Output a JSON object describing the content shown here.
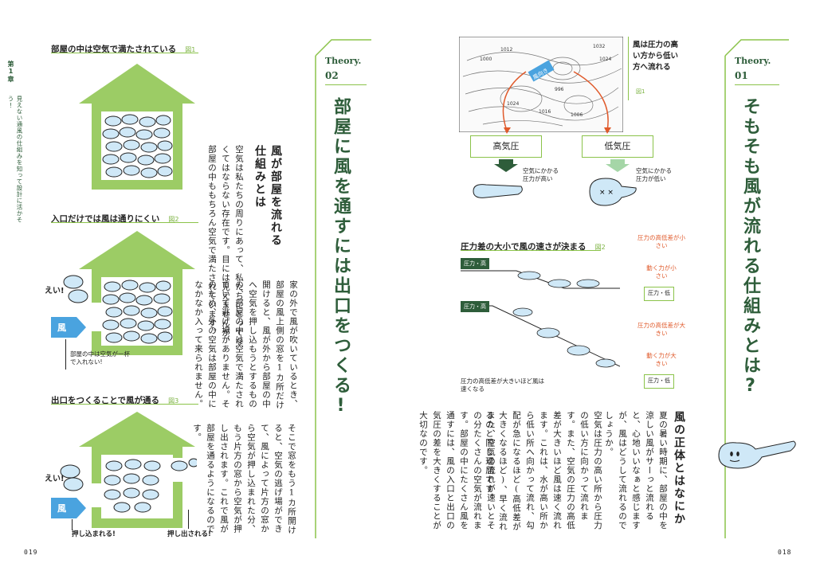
{
  "colors": {
    "accent": "#8bc34a",
    "dark_green": "#2e5d3a",
    "arrow_blue": "#4aa3df",
    "red": "#e05a2b"
  },
  "left_page": {
    "chapter_label": "第1章",
    "chapter_subtitle": "見えない通風の仕組みを知って設計に活かそう!",
    "page_number": "019",
    "figure1": {
      "title": "部屋の中は空気で満たされている",
      "num": "図1"
    },
    "figure2": {
      "title": "入口だけでは風は通りにくい",
      "num": "図2",
      "shout": "えい!",
      "wind": "風",
      "note": "部屋の中は空気が一杯で入れない!"
    },
    "figure3": {
      "title": "出口をつくることで風が通る",
      "num": "図3",
      "shout": "えい!",
      "wind": "風",
      "push_in": "押し込まれる!",
      "push_out": "押し出される!"
    },
    "subhead": "風が部屋を流れる仕組みとは",
    "para1": "空気は私たちの周りにあって、私たちにとってなくてはならない存在です。目には見えませんが、部屋の中ももちろん空気で満たされています。",
    "para2": "家の外で風が吹いているとき、部屋の風上側の窓を1カ所だけ開けると、風が外から部屋の中へ空気を押し込もうとするものの、部屋の中は空気で満たされていて逃げ場がありません。そのため、外の空気は部屋の中になかなか入って来られません。",
    "para3": "そこで窓をもう1カ所開けると、空気の逃げ場ができて、風によって片方の窓から空気が押し込まれた分、もう片方の窓から空気が押し出されます。これで風が部屋を通るようになるのです。",
    "theory": {
      "label": "Theory.",
      "number": "02",
      "title": "部屋に風を通すには出口をつくる!"
    }
  },
  "right_page": {
    "page_number": "018",
    "theory": {
      "label": "Theory.",
      "number": "01",
      "title": "そもそも風が流れる仕組みとは?"
    },
    "figure1": {
      "caption": "風は圧力の高い方から低い方へ流れる",
      "num": "図1",
      "wind_tag": "風向き",
      "high": "高気圧",
      "low": "低気圧",
      "high_note": "空気にかかる圧力が高い",
      "low_note": "空気にかかる圧力が低い"
    },
    "figure2": {
      "title": "圧力差の大小で風の速さが決まる",
      "num": "図2",
      "p_high": "圧力・高",
      "p_low": "圧力・低",
      "diff_small": "圧力の高低差が小さい",
      "force_small": "動く力が小さい",
      "diff_large": "圧力の高低差が大きい",
      "force_large": "動く力が大きい",
      "note": "圧力の高低差が大きいほど風は速くなる"
    },
    "subhead": "風の正体とはなにか",
    "para1": "夏の暑い時期に、部屋の中を涼しい風がサーっと流れると、心地いいなぁと感じますが、風はどうして流れるのでしょうか。",
    "para2": "空気は圧力の高い所から圧力の低い方に向かって流れます。また、空気の圧力の高低差が大きいほど風は速く流れます。これは、水が高い所から低い所へ向かって流れ、勾配が急になるほど(高低差が大きくなるほど)、早く流れるのと同じ理屈です。",
    "para3": "また、空気の流れが速いとその分たくさんの空気が流れます。部屋の中にたくさん風を通すには、風の入口と出口の気圧の差を大きくすることが大切なのです。"
  }
}
